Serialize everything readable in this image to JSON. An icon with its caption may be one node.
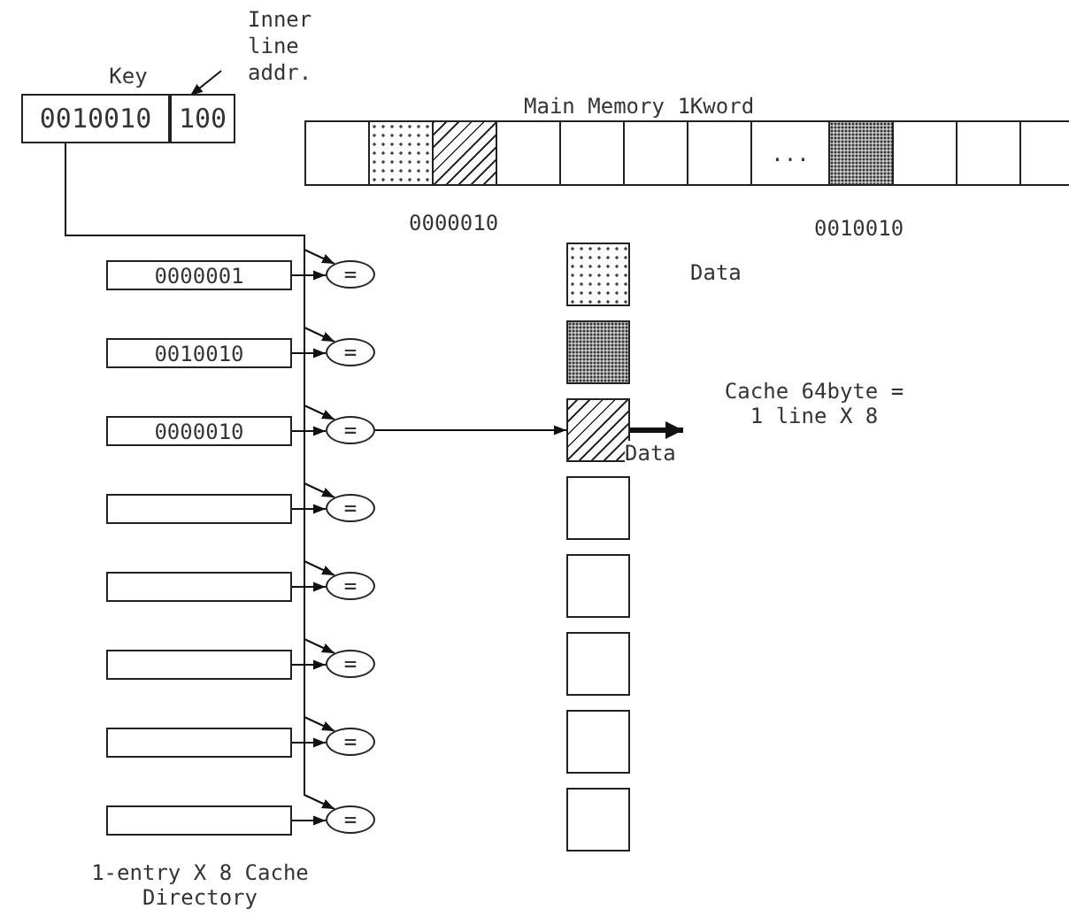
{
  "diagram": {
    "nodes": [
      {
        "text": [
          "Key"
        ]
      },
      {
        "text": [
          "0010010"
        ],
        "in": 0
      },
      {
        "text": [
          "100"
        ],
        "in": 0
      },
      {
        "text": [
          "Inner line addr."
        ]
      },
      {
        "text": [
          "Main Memory 1Kword"
        ]
      },
      {
        "text": [],
        "shape": "box",
        "in": 4
      },
      {
        "text": [],
        "shape": "box",
        "in": 4
      },
      {
        "text": [],
        "shape": "box",
        "in": 4,
        "beside": [
          "0000010"
        ]
      },
      {
        "text": [],
        "shape": "box",
        "in": 4
      },
      {
        "text": [],
        "shape": "box",
        "in": 4
      },
      {
        "text": [],
        "shape": "box",
        "in": 4
      },
      {
        "text": [],
        "shape": "box",
        "in": 4
      },
      {
        "text": [
          "..."
        ],
        "in": 4
      },
      {
        "text": [],
        "shape": "box",
        "in": 4,
        "beside": [
          "0010010"
        ]
      },
      {
        "text": [],
        "shape": "box",
        "in": 4
      },
      {
        "text": [],
        "shape": "box",
        "in": 4
      },
      {
        "text": [],
        "shape": "box",
        "in": 4
      },
      {
        "text": [
          "0000001"
        ]
      },
      {
        "text": [
          "0010010"
        ]
      },
      {
        "text": [
          "0000010"
        ]
      },
      {
        "text": [],
        "shape": "box"
      },
      {
        "text": [],
        "shape": "box"
      },
      {
        "text": [],
        "shape": "box"
      },
      {
        "text": [],
        "shape": "box"
      },
      {
        "text": [],
        "shape": "box"
      },
      {
        "text": [
          "="
        ]
      },
      {
        "text": [
          "="
        ]
      },
      {
        "text": [
          "="
        ]
      },
      {
        "text": [
          "="
        ]
      },
      {
        "text": [
          "="
        ]
      },
      {
        "text": [
          "="
        ]
      },
      {
        "text": [
          "="
        ]
      },
      {
        "text": [
          "="
        ]
      },
      {
        "text": [],
        "shape": "box",
        "beside": [
          "Data"
        ]
      },
      {
        "text": [],
        "shape": "box"
      },
      {
        "text": [],
        "shape": "box"
      },
      {
        "text": [],
        "shape": "box"
      },
      {
        "text": [],
        "shape": "box"
      },
      {
        "text": [],
        "shape": "box"
      },
      {
        "text": [],
        "shape": "box"
      },
      {
        "text": [],
        "shape": "box"
      }
    ],
    "edges": [
      {
        "from": 3,
        "to": 2,
        "arrow": "to"
      },
      {
        "from": 1,
        "to": 25,
        "arrow": "to"
      },
      {
        "from": 1,
        "to": 26,
        "arrow": "to"
      },
      {
        "from": 1,
        "to": 27,
        "arrow": "to"
      },
      {
        "from": 1,
        "to": 28,
        "arrow": "to"
      },
      {
        "from": 1,
        "to": 29,
        "arrow": "to"
      },
      {
        "from": 1,
        "to": 30,
        "arrow": "to"
      },
      {
        "from": 1,
        "to": 31,
        "arrow": "to"
      },
      {
        "from": 1,
        "to": 32,
        "arrow": "to"
      },
      {
        "from": 17,
        "to": 25,
        "arrow": "to"
      },
      {
        "from": 18,
        "to": 26,
        "arrow": "to"
      },
      {
        "from": 19,
        "to": 27,
        "arrow": "to"
      },
      {
        "from": 20,
        "to": 28,
        "arrow": "to"
      },
      {
        "from": 21,
        "to": 29,
        "arrow": "to"
      },
      {
        "from": 22,
        "to": 30,
        "arrow": "to"
      },
      {
        "from": 23,
        "to": 31,
        "arrow": "to"
      },
      {
        "from": 24,
        "to": 32,
        "arrow": "to"
      },
      {
        "from": 27,
        "to": 35,
        "arrow": "to"
      },
      {
        "from": 35,
        "to": null,
        "arrow": "to",
        "style": "thick",
        "label": "Data"
      }
    ],
    "labels": [
      "Cache 64byte = 1 line X 8",
      "1-entry X 8 Cache Directory"
    ]
  }
}
